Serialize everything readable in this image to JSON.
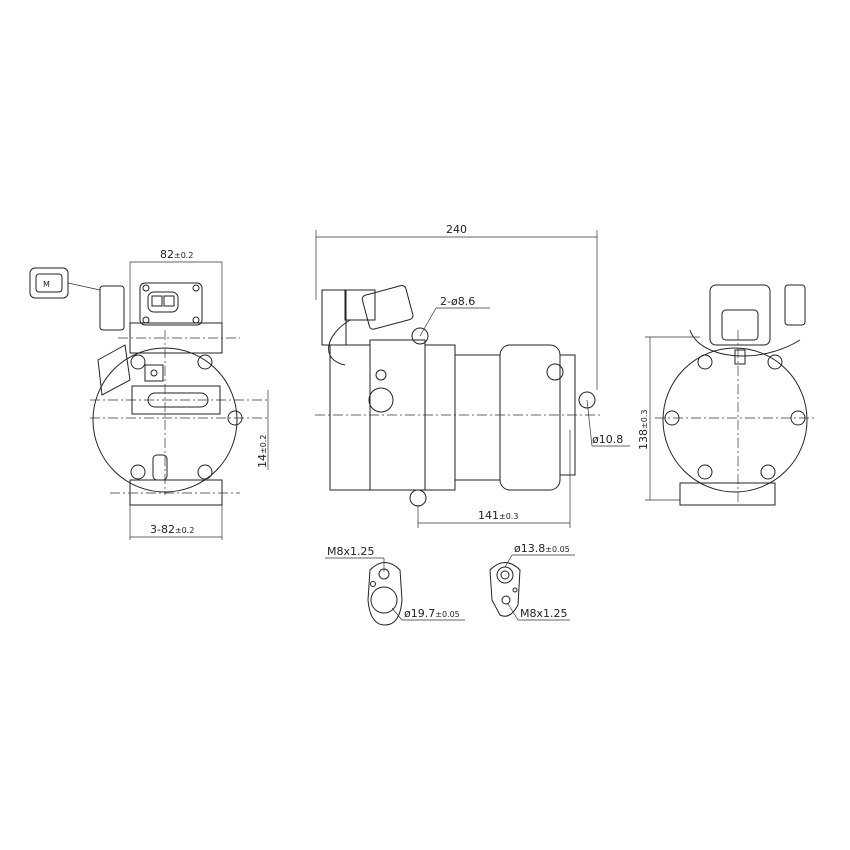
{
  "dimensions": {
    "top_width": "82",
    "top_width_tol": "±0.2",
    "overall_length": "240",
    "mount_holes": "2-ø8.6",
    "hole_dia": "ø10.8",
    "height": "138",
    "height_tol": "±0.3",
    "offset": "14",
    "offset_tol": "±0.2",
    "bottom_width": "3-82",
    "bottom_width_tol": "±0.2",
    "mount_length": "141",
    "mount_length_tol": "±0.3"
  },
  "ports": {
    "suction": {
      "thread": "M8x1.25",
      "dia": "ø19.7",
      "dia_tol": "±0.05"
    },
    "discharge": {
      "thread": "M8x1.25",
      "dia": "ø13.8",
      "dia_tol": "±0.05"
    }
  },
  "connector_label": "M"
}
